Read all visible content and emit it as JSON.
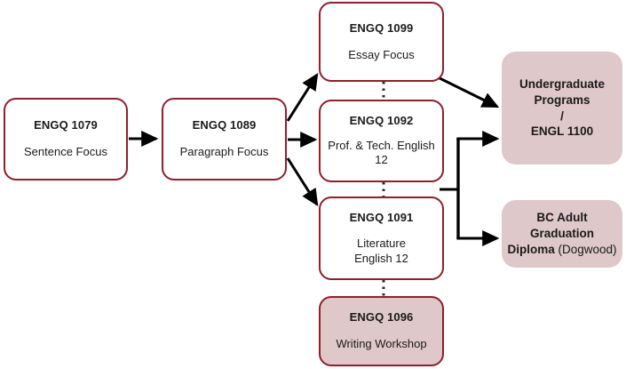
{
  "diagram": {
    "title": "ENGQ course pathway flowchart",
    "colors": {
      "node_border": "#8e1f2b",
      "node_fill_white": "#ffffff",
      "node_fill_pink": "#dfc8c9",
      "connector": "#000000",
      "text": "#1a1a1a"
    },
    "nodes": [
      {
        "id": "engq1079",
        "code": "ENGQ 1079",
        "desc": "Sentence Focus",
        "style": "outlined"
      },
      {
        "id": "engq1089",
        "code": "ENGQ 1089",
        "desc": "Paragraph Focus",
        "style": "outlined"
      },
      {
        "id": "engq1099",
        "code": "ENGQ 1099",
        "desc": "Essay Focus",
        "style": "outlined"
      },
      {
        "id": "engq1092",
        "code": "ENGQ 1092",
        "desc": "Prof. & Tech. English 12",
        "style": "outlined"
      },
      {
        "id": "engq1091",
        "code": "ENGQ 1091",
        "desc_line1": "Literature",
        "desc_line2": "English 12",
        "style": "outlined"
      },
      {
        "id": "engq1096",
        "code": "ENGQ 1096",
        "desc": "Writing Workshop",
        "style": "filled-outlined"
      }
    ],
    "outcomes": [
      {
        "id": "undergraduate",
        "line1": "Undergraduate",
        "line2": "Programs",
        "line3": "/",
        "line4": "ENGL 1100",
        "style": "filled"
      },
      {
        "id": "dogwood",
        "bold_part": "BC Adult Graduation Diploma",
        "regular_part": "(Dogwood)",
        "style": "filled"
      }
    ],
    "connectors": [
      {
        "from": "engq1079",
        "to": "engq1089",
        "kind": "arrow-solid"
      },
      {
        "from": "engq1089",
        "to": "engq1099",
        "kind": "arrow-solid"
      },
      {
        "from": "engq1089",
        "to": "engq1092",
        "kind": "arrow-solid"
      },
      {
        "from": "engq1089",
        "to": "engq1091",
        "kind": "arrow-solid"
      },
      {
        "from": "engq1099",
        "to": "undergraduate",
        "kind": "arrow-solid"
      },
      {
        "from": "engq1099",
        "to": "engq1092",
        "kind": "dotted-vertical"
      },
      {
        "from": "engq1092",
        "to": "engq1091",
        "kind": "dotted-vertical"
      },
      {
        "from": "engq1091",
        "to": "engq1096",
        "kind": "dotted-vertical"
      },
      {
        "from": "bracket",
        "to": "undergraduate",
        "kind": "arrow-solid-bracket"
      },
      {
        "from": "bracket",
        "to": "dogwood",
        "kind": "arrow-solid-bracket"
      }
    ]
  }
}
